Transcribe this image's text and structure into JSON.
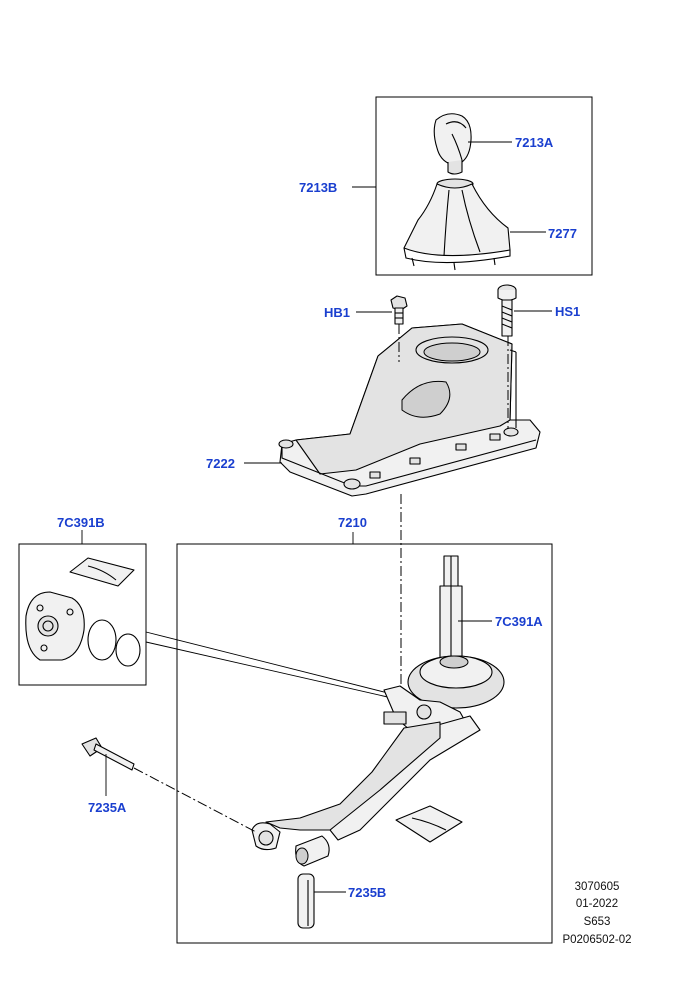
{
  "callouts": {
    "knob": "7213A",
    "knob_kit": "7213B",
    "boot": "7277",
    "bolt_hb1": "HB1",
    "bolt_hs1": "HS1",
    "housing": "7222",
    "kit_7c391b": "7C391B",
    "lever_assembly": "7210",
    "lever": "7C391A",
    "pin_a": "7235A",
    "pin_b": "7235B"
  },
  "footer": {
    "line1": "3070605",
    "line2": "01-2022",
    "line3": "S653",
    "line4": "P0206502-02"
  }
}
